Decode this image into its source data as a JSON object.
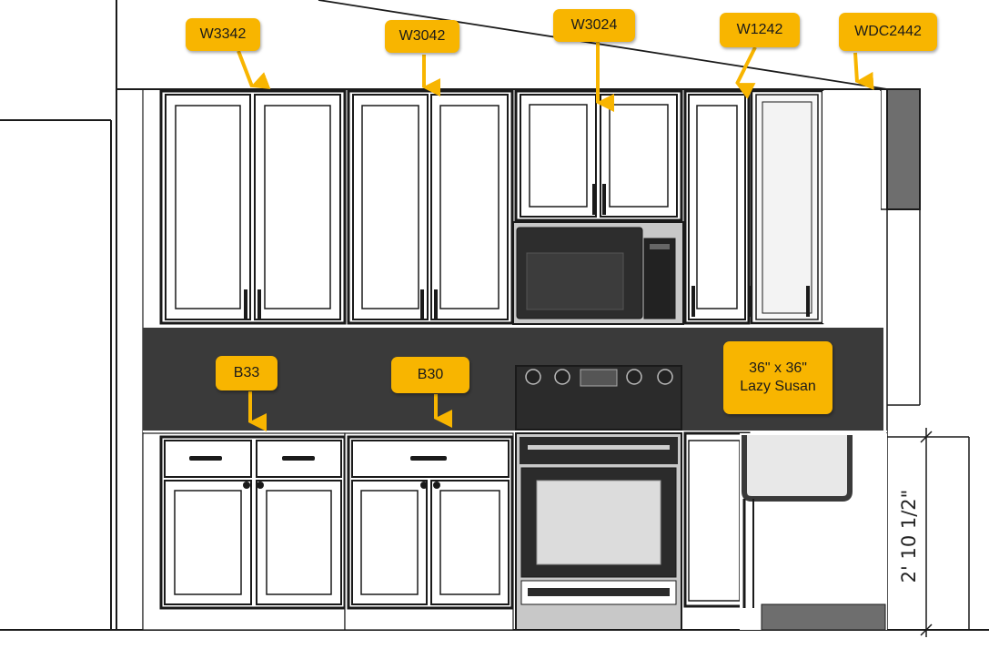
{
  "colors": {
    "tag_fill": "#f8b500",
    "line": "#1a1a1a",
    "backsplash": "#3a3a3a",
    "appliance_steel": "#c8c8c8",
    "end_panel": "#6e6e6e",
    "cabinet_fill": "#ffffff"
  },
  "labels": {
    "wall_1": "W3342",
    "wall_2": "W3042",
    "wall_3": "W3024",
    "wall_4": "W1242",
    "wall_corner": "WDC2442",
    "base_1": "B33",
    "base_2": "B30",
    "lazy_susan_line1": "36\" x 36\"",
    "lazy_susan_line2": "Lazy Susan"
  },
  "dimension": {
    "base_height": "2' 10 1/2\""
  },
  "icons": {
    "arrow": "down-arrow-icon",
    "handle": "bar-pull-icon",
    "knob": "round-knob-icon"
  }
}
